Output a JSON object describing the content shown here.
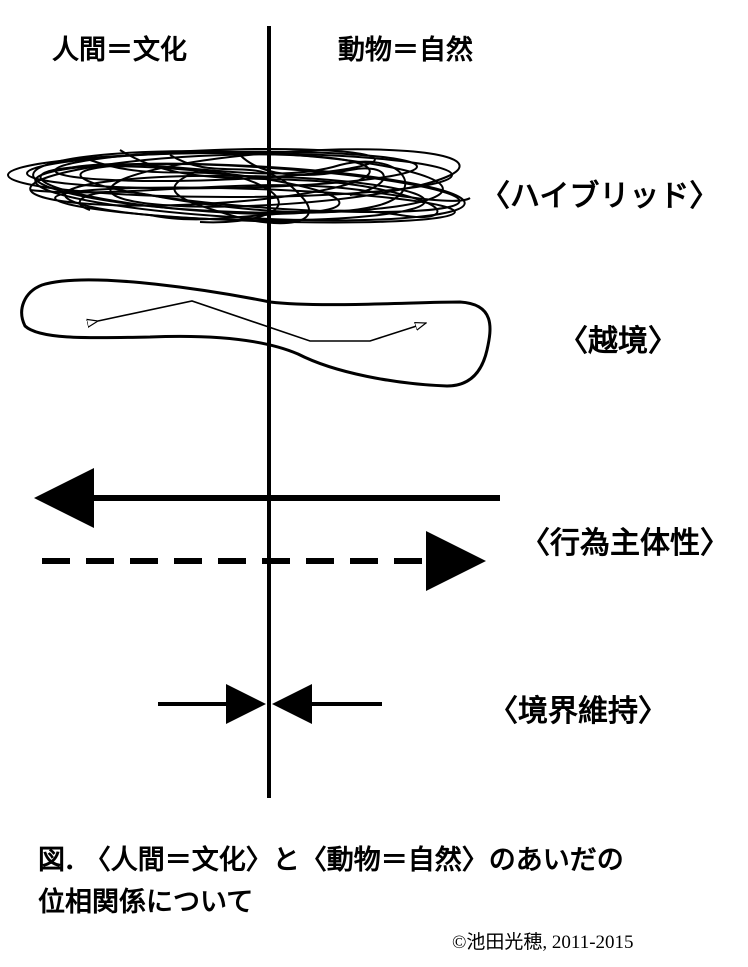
{
  "headers": {
    "left": "人間＝文化",
    "right": "動物＝自然"
  },
  "labels": {
    "hybrid": "〈ハイブリッド〉",
    "crossing": "〈越境〉",
    "agency": "〈行為主体性〉",
    "boundary": "〈境界維持〉"
  },
  "caption": {
    "line1": "図. 〈人間＝文化〉と〈動物＝自然〉のあいだの",
    "line2": "位相関係について"
  },
  "copyright": "©池田光穂, 2011-2015"
}
